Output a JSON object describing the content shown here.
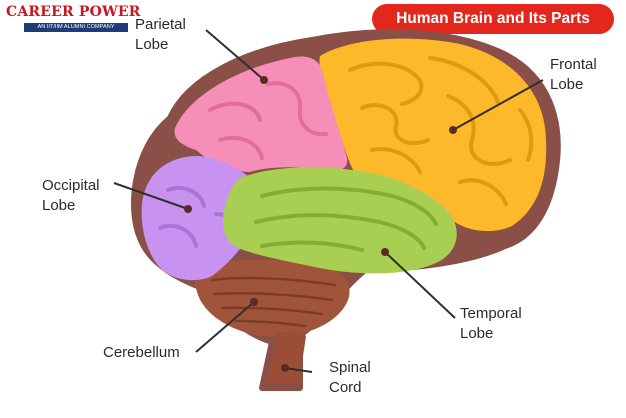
{
  "logo": {
    "name": "CAREER POWER",
    "tagline": "AN IIT/IIM ALUMNI COMPANY"
  },
  "title": "Human Brain and Its Parts",
  "labels": {
    "parietal": {
      "line1": "Parietal",
      "line2": "Lobe"
    },
    "frontal": {
      "line1": "Frontal",
      "line2": "Lobe"
    },
    "occipital": {
      "line1": "Occipital",
      "line2": "Lobe"
    },
    "temporal": {
      "line1": "Temporal",
      "line2": "Lobe"
    },
    "cerebellum": {
      "line1": "Cerebellum"
    },
    "spinal": {
      "line1": "Spinal",
      "line2": "Cord"
    }
  },
  "colors": {
    "accent": "#e3271c",
    "outline": "#8a5048",
    "parietal": "#f58fb8",
    "frontal": "#fdb92a",
    "occipital": "#c792f0",
    "temporal": "#a8cf52",
    "cerebellum": "#a0553b",
    "spinal": "#9a4e38",
    "pointer": "#2f2f2f"
  }
}
